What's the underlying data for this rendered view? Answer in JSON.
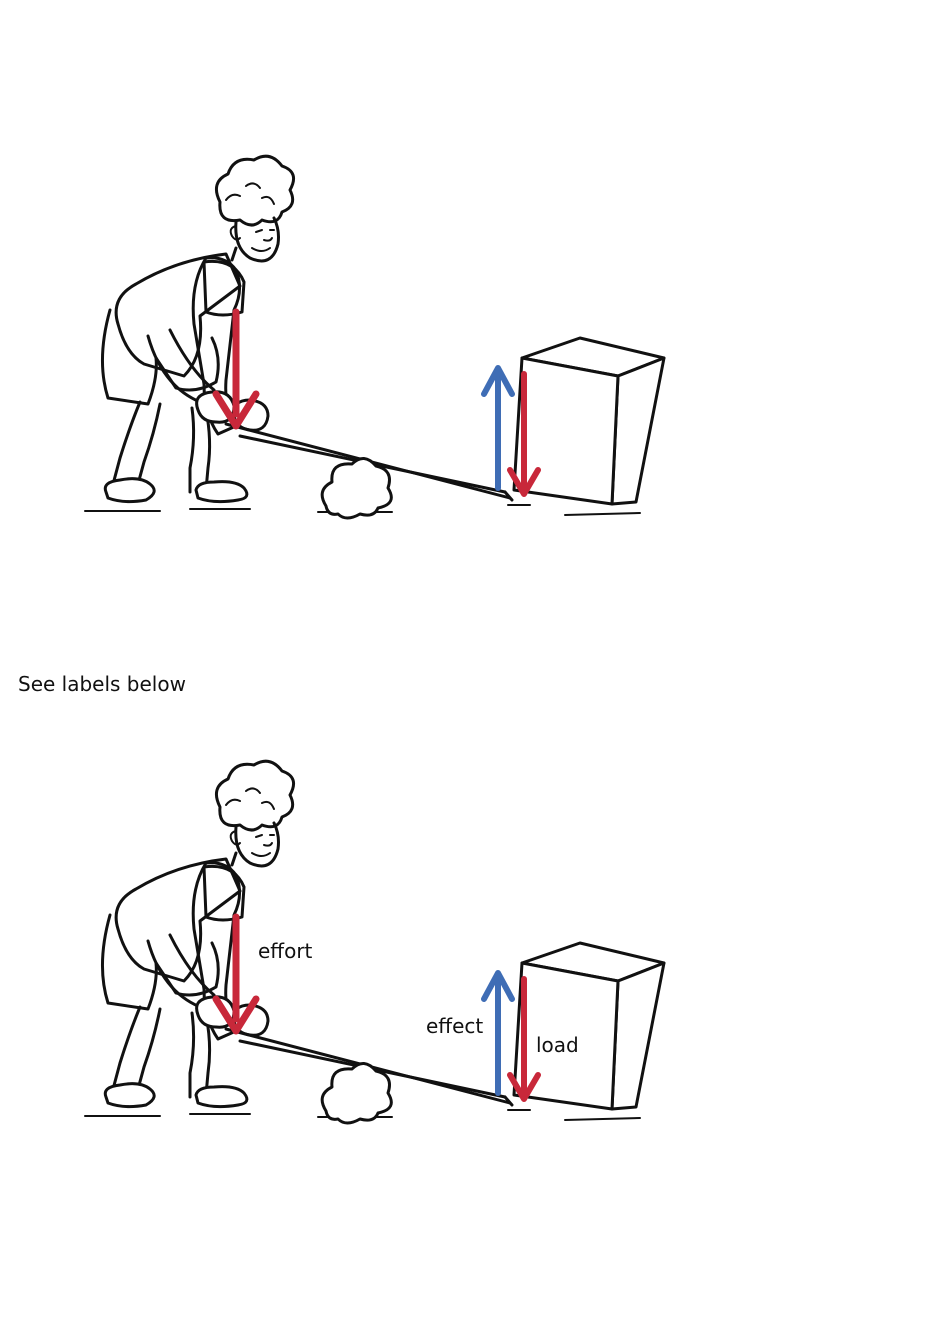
{
  "caption": "See labels below",
  "labels": {
    "effort": "effort",
    "effect": "effect",
    "load": "load"
  },
  "colors": {
    "down_arrow": "#c8283a",
    "up_arrow": "#3f6db5",
    "line_art": "#111111"
  },
  "icons": {
    "person": "person-lifting-lever-icon",
    "rock": "fulcrum-rock-icon",
    "box": "heavy-box-icon"
  }
}
